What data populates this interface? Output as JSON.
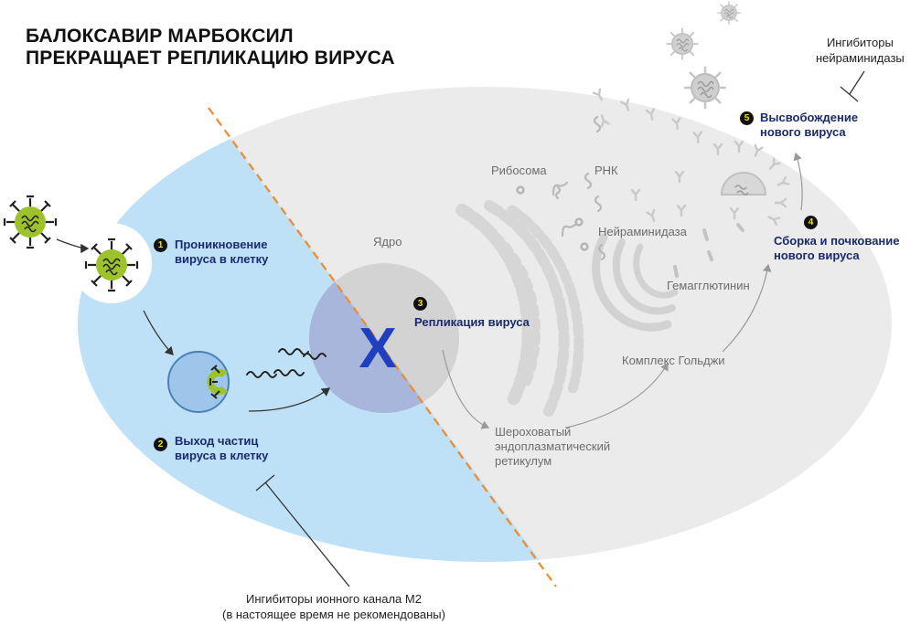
{
  "title": {
    "line1": "БАЛОКСАВИР МАРБОКСИЛ",
    "line2": "ПРЕКРАЩАЕТ РЕПЛИКАЦИЮ ВИРУСА"
  },
  "steps": [
    {
      "number": "1",
      "line1": "Проникновение",
      "line2": "вируса в клетку"
    },
    {
      "number": "2",
      "line1": "Выход частиц",
      "line2": "вируса в клетку"
    },
    {
      "number": "3",
      "line1": "Репликация вируса",
      "line2": ""
    },
    {
      "number": "4",
      "line1": "Сборка и почкование",
      "line2": "нового вируса"
    },
    {
      "number": "5",
      "line1": "Высвобождение",
      "line2": "нового вируса"
    }
  ],
  "labels": {
    "ribosome": "Рибосома",
    "rna": "РНК",
    "nucleus": "Ядро",
    "neuraminidase": "Нейраминидаза",
    "hemagglutinin": "Гемагглютинин",
    "golgi": "Комплекс Гольджи",
    "rough_er_1": "Шероховатый",
    "rough_er_2": "эндоплазматический",
    "rough_er_3": "ретикулум",
    "na_inhibitors_1": "Ингибиторы",
    "na_inhibitors_2": "нейраминидазы",
    "m2_inhibitors_1": "Ингибиторы ионного канала М2",
    "m2_inhibitors_2": "(в настоящее время не рекомендованы)"
  },
  "block_mark": "X",
  "colors": {
    "cell_blue": "#bfe1f8",
    "cell_grey": "#ebebeb",
    "organelle_grey": "#d3d3d3",
    "divider_orange": "#f08a2a",
    "virus_green": "#9dc22c",
    "step_navy": "#1a2a6c",
    "block_blue": "#1f3fbf",
    "badge_yellow": "#f2e600"
  },
  "icons": [
    "virus-icon",
    "endosome-icon",
    "rna-strand-icon",
    "ribosome-icon",
    "neuraminidase-icon",
    "hemagglutinin-icon",
    "inhibitor-bar-icon",
    "arrow-icon"
  ]
}
